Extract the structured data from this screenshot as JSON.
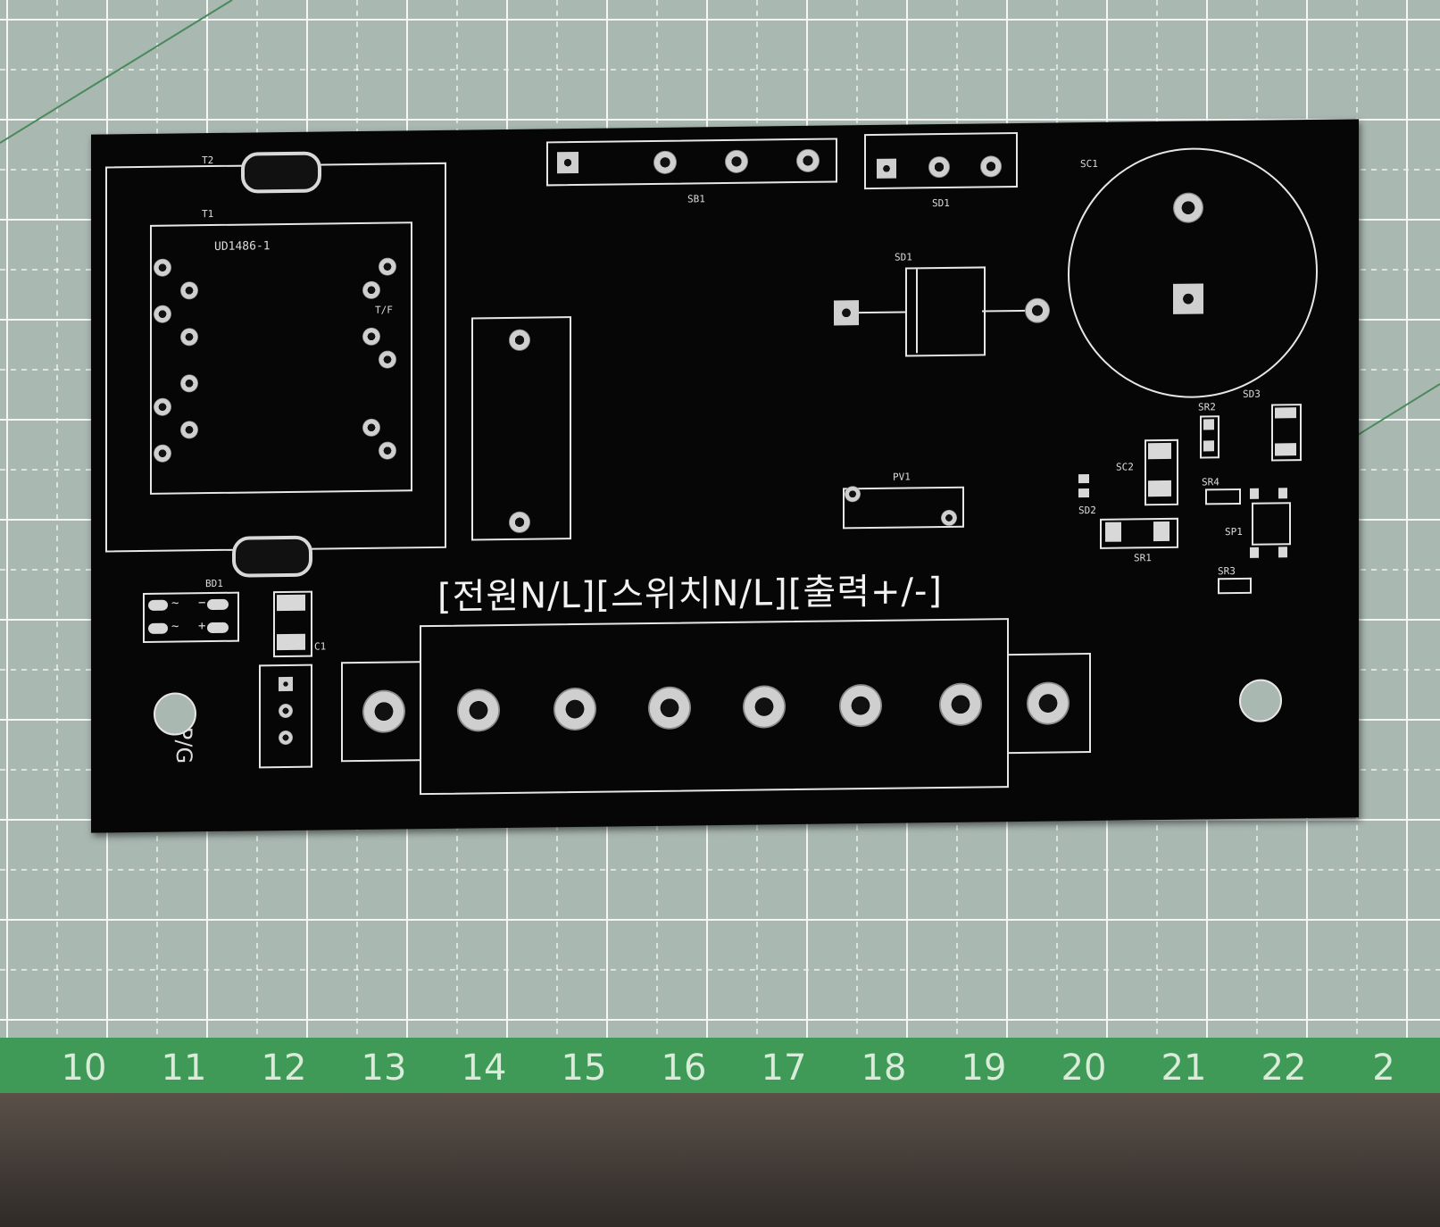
{
  "pcb": {
    "main_label": "[전원N/L][스위치N/L][출력+/-]",
    "designators": {
      "t2": "T2",
      "t1": "T1",
      "part_number": "UD1486-1",
      "tf": "T/F",
      "sb1": "SB1",
      "sd1_top": "SD1",
      "sd1": "SD1",
      "sc1": "SC1",
      "sr2": "SR2",
      "sd3": "SD3",
      "sc2": "SC2",
      "sr4": "SR4",
      "sd2": "SD2",
      "sr1": "SR1",
      "sp1": "SP1",
      "sr3": "SR3",
      "pv1": "PV1",
      "bd1": "BD1",
      "c1": "C1",
      "vpg": "V/P/G",
      "bd_ac1": "~",
      "bd_minus": "−",
      "bd_ac2": "~",
      "bd_plus": "+"
    }
  },
  "ruler": {
    "ticks": [
      "10",
      "11",
      "12",
      "13",
      "14",
      "15",
      "16",
      "17",
      "18",
      "19",
      "20",
      "21",
      "22",
      "2"
    ]
  },
  "colors": {
    "board": "#060606",
    "silkscreen": "#e6e6e6",
    "mat": "#aab8b2",
    "ruler": "#3f9a57"
  }
}
